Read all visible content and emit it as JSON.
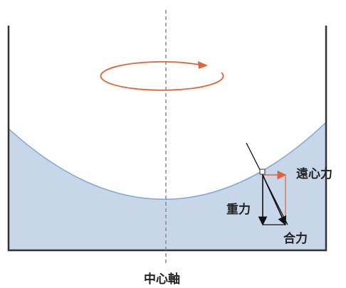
{
  "labels": {
    "centrifugal": "遠心力",
    "gravity": "重力",
    "resultant": "合力",
    "axis": "中心軸"
  },
  "colors": {
    "water_fill": "#c8d6ea",
    "water_surface": "#7ea6d3",
    "rotation_arrow": "#e0643a",
    "force_arrow": "#111111",
    "centrifugal_arrow": "#e0643a",
    "container": "#333333",
    "axis_line": "#888888"
  },
  "icons": {
    "rotation": "circular-arrow-icon"
  }
}
